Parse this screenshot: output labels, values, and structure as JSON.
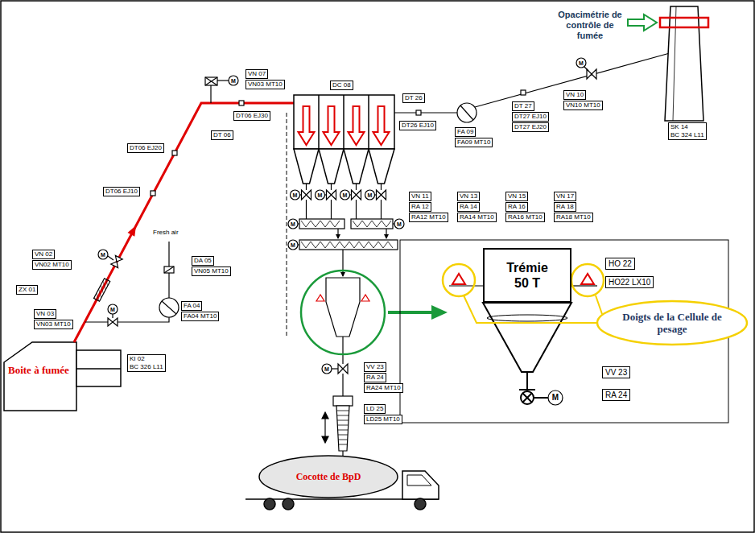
{
  "diagram": {
    "nodes": [
      {
        "text": [
          "Boite à fumée"
        ]
      },
      {
        "text": [
          "KI 02",
          "BC 326 L11"
        ]
      },
      {
        "text": [
          "ZX 01"
        ]
      },
      {
        "text": [
          "VN 02"
        ]
      },
      {
        "text": [
          "VN02 MT10"
        ]
      },
      {
        "text": [
          "VN 03"
        ]
      },
      {
        "text": [
          "VN03 MT10"
        ]
      },
      {
        "text": [
          "DT06 EJ10"
        ]
      },
      {
        "text": [
          "DT06 EJ20"
        ]
      },
      {
        "text": [
          "DA 05"
        ]
      },
      {
        "text": [
          "VN05 MT10"
        ]
      },
      {
        "text": [
          "FA 04"
        ]
      },
      {
        "text": [
          "FA04 MT10"
        ]
      },
      {
        "text": [
          "DT 06"
        ]
      },
      {
        "text": [
          "DT06 EJ30"
        ]
      },
      {
        "text": [
          "VN 07"
        ]
      },
      {
        "text": [
          "VN03 MT10"
        ]
      },
      {
        "text": [
          "DC 08"
        ]
      },
      {
        "text": [
          "DT 26"
        ]
      },
      {
        "text": [
          "DT26 EJ10"
        ]
      },
      {
        "text": [
          "FA 09"
        ]
      },
      {
        "text": [
          "FA09 MT10"
        ]
      },
      {
        "text": [
          "DT 27"
        ]
      },
      {
        "text": [
          "DT27 EJ10"
        ]
      },
      {
        "text": [
          "DT27 EJ20"
        ]
      },
      {
        "text": [
          "VN 10"
        ]
      },
      {
        "text": [
          "VN10 MT10"
        ]
      },
      {
        "text": [
          "SK 14",
          "BC 324 L11"
        ]
      },
      {
        "text": [
          "VN 11"
        ]
      },
      {
        "text": [
          "VN 13"
        ]
      },
      {
        "text": [
          "VN 15"
        ]
      },
      {
        "text": [
          "VN 17"
        ]
      },
      {
        "text": [
          "RA 12"
        ]
      },
      {
        "text": [
          "RA 14"
        ]
      },
      {
        "text": [
          "RA 16"
        ]
      },
      {
        "text": [
          "RA 18"
        ]
      },
      {
        "text": [
          "RA12 MT10"
        ]
      },
      {
        "text": [
          "RA14 MT10"
        ]
      },
      {
        "text": [
          "RA16 MT10"
        ]
      },
      {
        "text": [
          "RA18 MT10"
        ]
      },
      {
        "text": [
          "VV 23"
        ]
      },
      {
        "text": [
          "RA 24"
        ]
      },
      {
        "text": [
          "RA24 MT10"
        ]
      },
      {
        "text": [
          "LD 25"
        ]
      },
      {
        "text": [
          "LD25 MT10"
        ]
      },
      {
        "text": [
          "Trémie 50 T"
        ]
      },
      {
        "text": [
          "HO 22"
        ]
      },
      {
        "text": [
          "HO22 LX10"
        ]
      },
      {
        "text": [
          "Doigts de la Cellule de pesage"
        ]
      },
      {
        "text": [
          "VV 23"
        ]
      },
      {
        "text": [
          "RA 24"
        ]
      },
      {
        "text": [
          "Cocotte de BpD"
        ]
      }
    ],
    "labels": [
      "Opacimétrie de contrôle de fumée",
      "Fresh air",
      "M",
      "M",
      "M",
      "M",
      "M",
      "M",
      "M",
      "M",
      "M",
      "M",
      "M",
      "M",
      "M"
    ]
  }
}
